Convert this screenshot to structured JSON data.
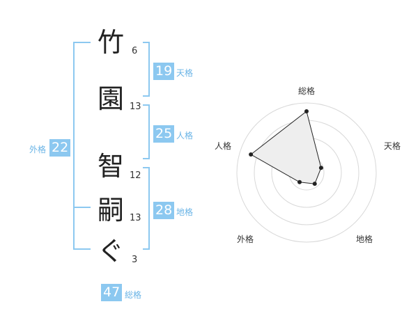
{
  "name": {
    "chars": [
      {
        "char": "竹",
        "strokes": "6"
      },
      {
        "char": "園",
        "strokes": "13"
      },
      {
        "char": "智",
        "strokes": "12"
      },
      {
        "char": "嗣",
        "strokes": "13"
      },
      {
        "char": "ぐ",
        "strokes": "3"
      }
    ]
  },
  "kakusu": {
    "tenkaku": {
      "value": "19",
      "label": "天格"
    },
    "jinkaku": {
      "value": "25",
      "label": "人格"
    },
    "chikaku": {
      "value": "28",
      "label": "地格"
    },
    "gaikaku": {
      "value": "22",
      "label": "外格"
    },
    "soukaku": {
      "value": "47",
      "label": "総格"
    }
  },
  "chart_data": {
    "type": "radar",
    "axes": [
      "総格",
      "天格",
      "地格",
      "外格",
      "人格"
    ],
    "values": [
      0.88,
      0.22,
      0.2,
      0.17,
      0.84
    ],
    "max": 1,
    "rings": 4,
    "colors": {
      "fill": "#eeeeee",
      "line": "#222222",
      "grid": "#d8d8d8"
    }
  }
}
